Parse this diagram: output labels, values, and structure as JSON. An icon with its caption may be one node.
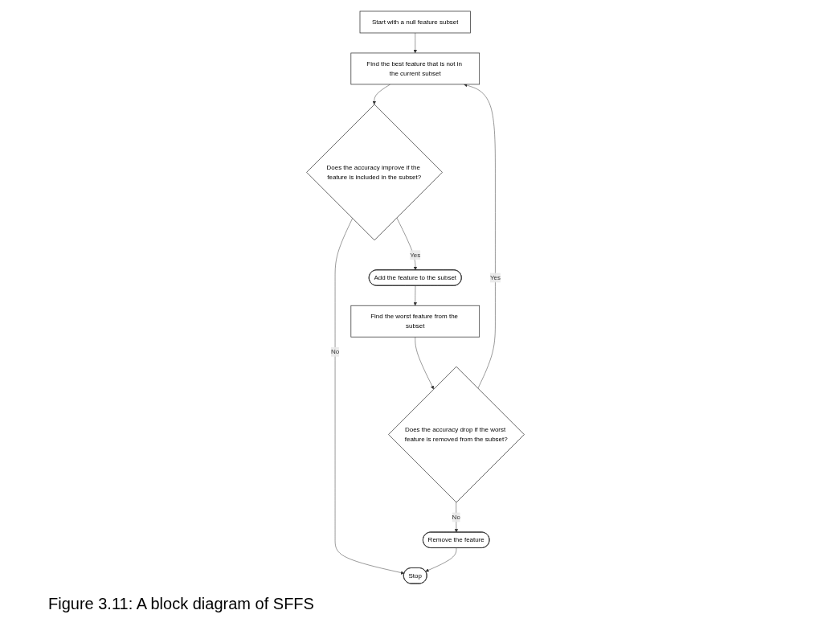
{
  "diagram": {
    "caption": "Figure 3.11: A block diagram of SFFS",
    "nodes": [
      {
        "text": [
          "Start with a null feature subset"
        ]
      },
      {
        "text": [
          "Find the best feature that is not in the current subset"
        ]
      },
      {
        "text": [
          "Does the accuracy improve if the feature is included in the subset?"
        ]
      },
      {
        "text": [
          "Add the feature to the subset"
        ]
      },
      {
        "text": [
          "Stop"
        ]
      },
      {
        "text": [
          "Find the worst feature from the subset"
        ]
      },
      {
        "text": [
          "Does the accuracy drop if the worst feature is removed from the subset?"
        ]
      },
      {
        "text": [
          "Remove the feature"
        ]
      }
    ],
    "edges": [
      {
        "from": 0,
        "to": 1,
        "arrow": "to"
      },
      {
        "from": 1,
        "to": 2,
        "arrow": "to"
      },
      {
        "from": 2,
        "to": 3,
        "arrow": "to",
        "label": "Yes"
      },
      {
        "from": 2,
        "to": 4,
        "arrow": "to",
        "label": "No"
      },
      {
        "from": 3,
        "to": 5,
        "arrow": "to"
      },
      {
        "from": 5,
        "to": 6,
        "arrow": "to"
      },
      {
        "from": 6,
        "to": 1,
        "arrow": "to",
        "label": "Yes"
      },
      {
        "from": 6,
        "to": 7,
        "arrow": "to",
        "label": "No"
      },
      {
        "from": 7,
        "to": 4,
        "arrow": "to"
      }
    ]
  }
}
